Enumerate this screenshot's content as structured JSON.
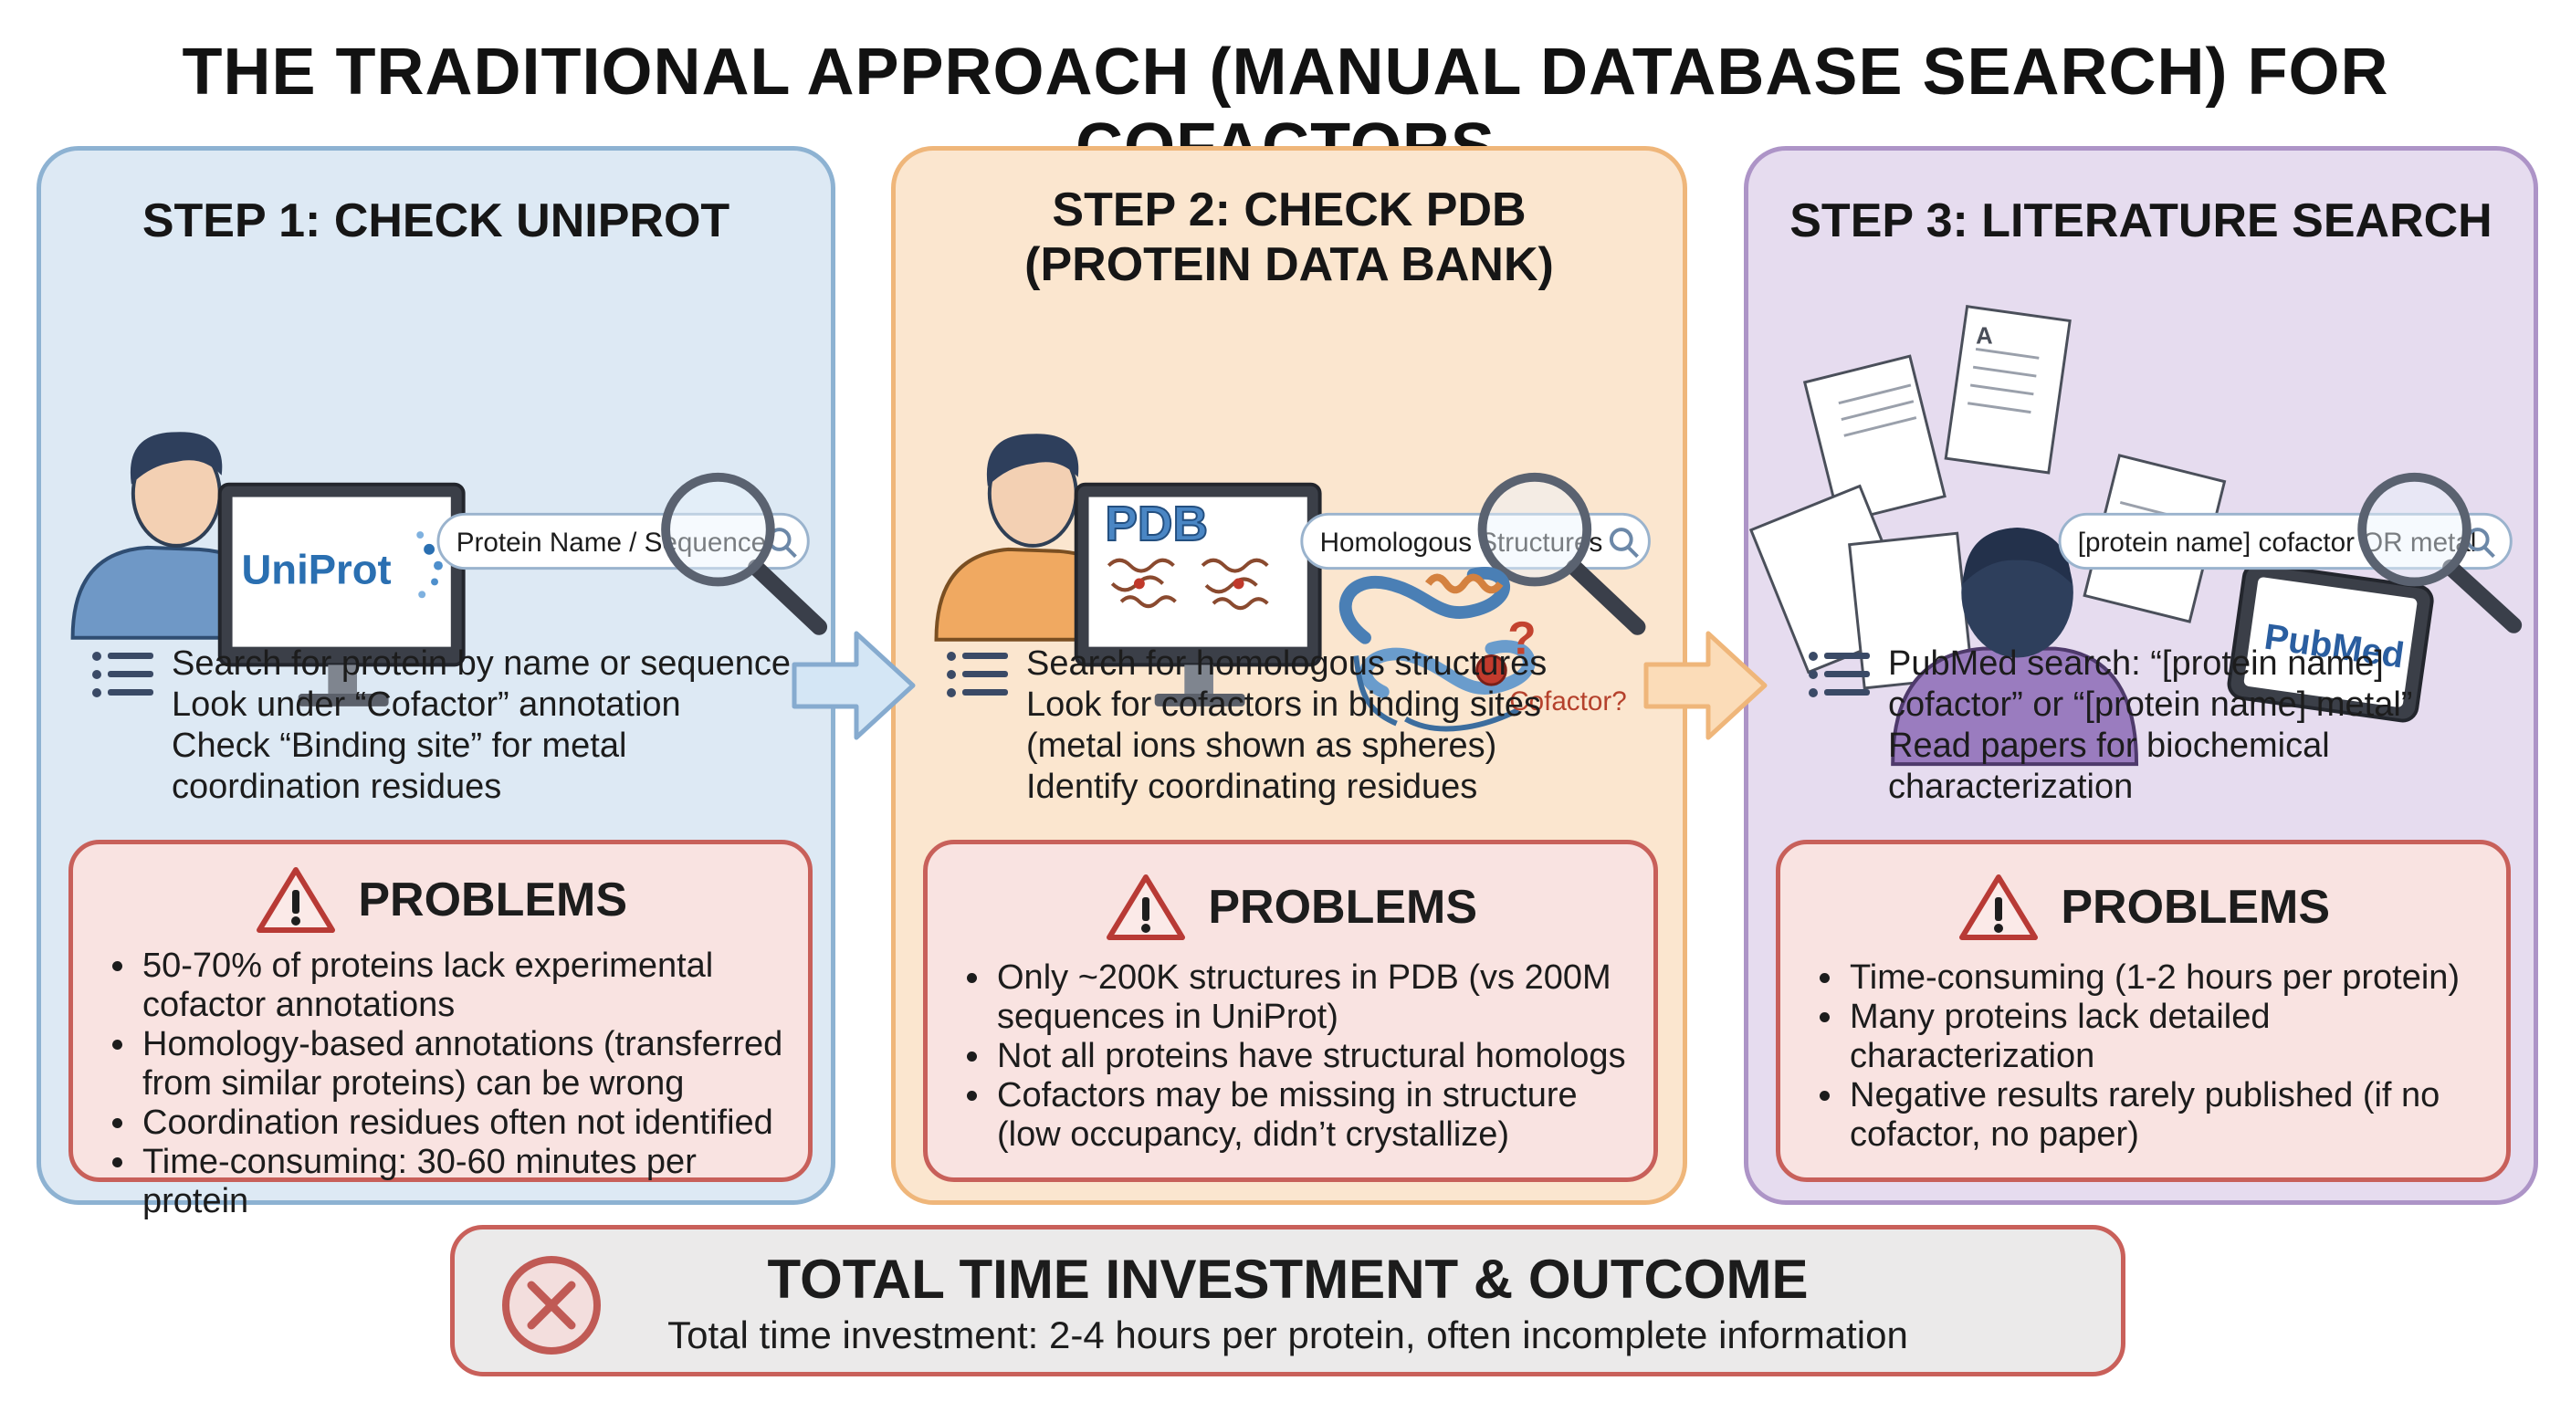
{
  "title": "THE TRADITIONAL APPROACH (MANUAL DATABASE SEARCH) FOR COFACTORS",
  "steps": [
    {
      "title": "STEP 1: CHECK UNIPROT",
      "screen_logo": "UniProt",
      "search_text": "Protein Name / Sequence",
      "actions": [
        "Search for protein by name or sequence",
        "Look under “Cofactor” annotation",
        "Check “Binding site” for metal",
        "coordination residues"
      ],
      "problems_title": "PROBLEMS",
      "problems": [
        "50-70% of proteins lack experimental cofactor annotations",
        "Homology-based annotations (transferred from similar proteins) can be wrong",
        "Coordination residues often not identified",
        "Time-consuming: 30-60 minutes per protein"
      ]
    },
    {
      "title_line1": "STEP 2: CHECK PDB",
      "title_line2": "(PROTEIN DATA BANK)",
      "screen_logo": "PDB",
      "search_text": "Homologous Structures",
      "structure_label": "Cofactor?",
      "actions": [
        "Search for homologous structures",
        "Look for cofactors in binding sites",
        "(metal ions shown as spheres)",
        "Identify coordinating residues"
      ],
      "problems_title": "PROBLEMS",
      "problems": [
        "Only ~200K structures in PDB (vs 200M sequences in UniProt)",
        "Not all proteins have structural homologs",
        "Cofactors may be missing in structure (low occupancy, didn’t crystallize)"
      ]
    },
    {
      "title": "STEP 3: LITERATURE SEARCH",
      "search_text": "[protein name] cofactor OR metal",
      "tablet_logo": "PubMed",
      "actions": [
        "PubMed search: “[protein name]",
        "cofactor” or “[protein name] metal”",
        "Read papers for biochemical",
        "characterization"
      ],
      "problems_title": "PROBLEMS",
      "problems": [
        "Time-consuming (1-2 hours per protein)",
        "Many proteins lack detailed characterization",
        "Negative results rarely published (if no cofactor, no paper)"
      ]
    }
  ],
  "total": {
    "title": "TOTAL TIME INVESTMENT & OUTCOME",
    "description": "Total time investment: 2-4 hours per protein, often incomplete information"
  },
  "colors": {
    "step1_bg": "#dde9f4",
    "step1_border": "#8db2d2",
    "step2_bg": "#fbe6cf",
    "step2_border": "#efb67a",
    "step3_bg": "#e6dcef",
    "step3_border": "#ad94c7",
    "problem_bg": "#f9e3e1",
    "problem_border": "#c8605a"
  }
}
